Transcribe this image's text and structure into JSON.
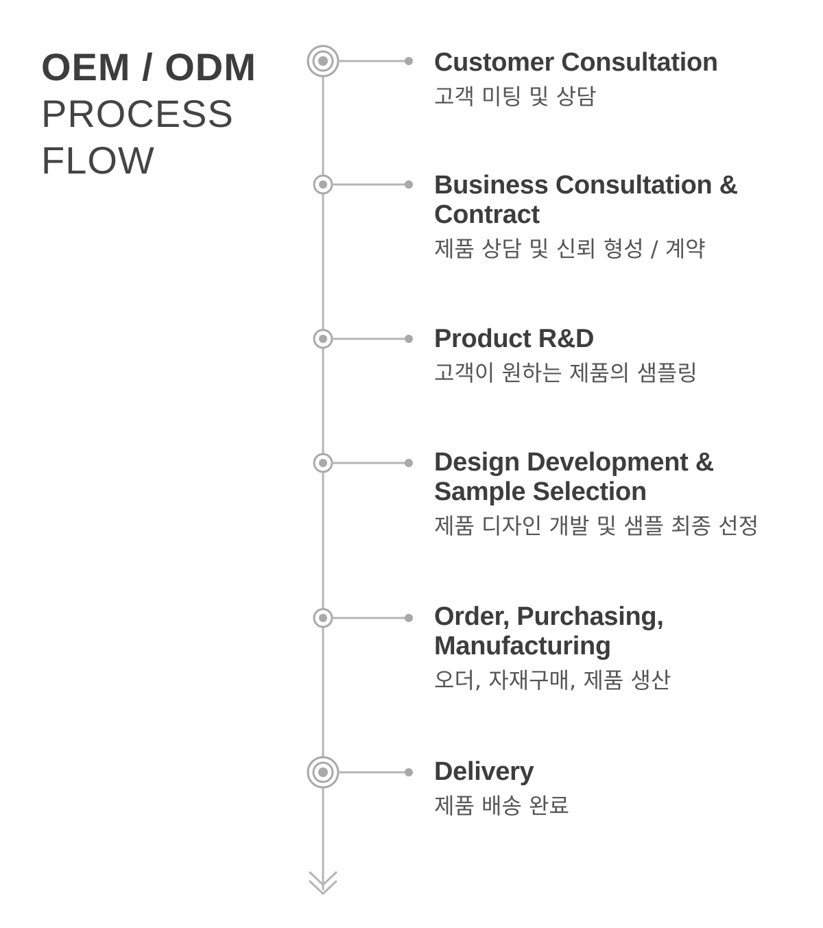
{
  "header": {
    "title_bold": "OEM / ODM",
    "title_line2": "PROCESS",
    "title_line3": "FLOW"
  },
  "colors": {
    "line": "#b5b5b5",
    "node": "#a9a9a9",
    "title_text": "#3d3d3d",
    "sub_text": "#555555"
  },
  "icons": {
    "end_arrow": "double-chevron-down-icon",
    "major_node": "target-ring-icon",
    "minor_node": "ring-node-icon"
  },
  "steps": [
    {
      "title": "Customer Consultation",
      "subtitle": "고객 미팅 및 상담",
      "node": "major"
    },
    {
      "title": "Business Consultation &\nContract",
      "subtitle": "제품 상담 및 신뢰 형성 / 계약",
      "node": "minor"
    },
    {
      "title": "Product R&D",
      "subtitle": "고객이 원하는 제품의 샘플링",
      "node": "minor"
    },
    {
      "title": "Design Development &\nSample Selection",
      "subtitle": "제품 디자인 개발 및 샘플 최종 선정",
      "node": "minor"
    },
    {
      "title": "Order, Purchasing,\nManufacturing",
      "subtitle": "오더, 자재구매, 제품 생산",
      "node": "minor"
    },
    {
      "title": "Delivery",
      "subtitle": "제품 배송 완료",
      "node": "major"
    }
  ]
}
